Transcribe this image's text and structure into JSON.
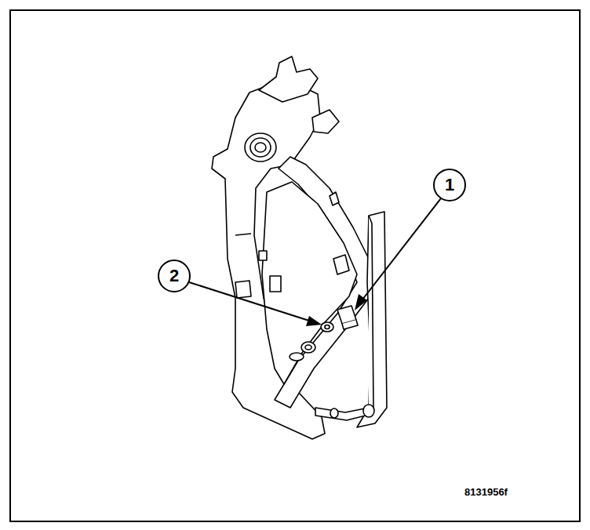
{
  "diagram": {
    "labels": [
      "1",
      "2",
      "8131956f"
    ]
  }
}
